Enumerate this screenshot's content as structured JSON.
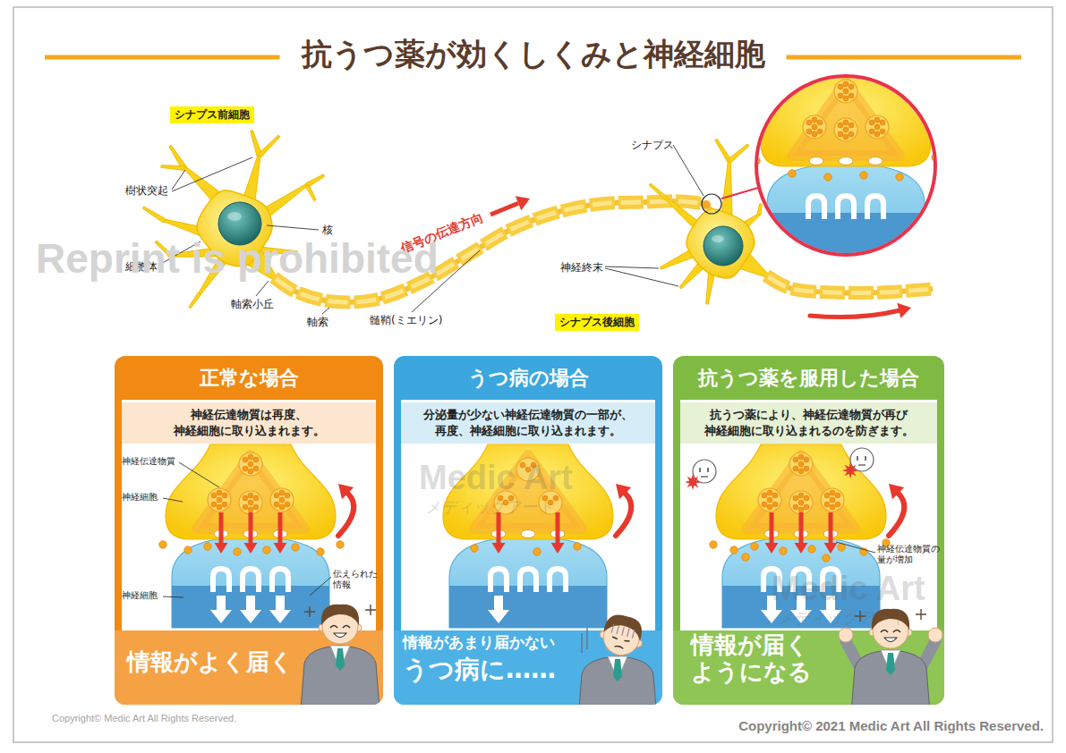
{
  "diagram": {
    "title": "抗うつ薬が効くしくみと神経細胞",
    "nodes": [
      {
        "text": [
          "シナプス前細胞"
        ]
      },
      {
        "text": [
          "シナプス後細胞"
        ]
      },
      {
        "text": [
          "正常な場合",
          "神経伝達物質は再度、 神経細胞に取り込まれます。",
          "情報がよく届く"
        ]
      },
      {
        "text": [
          "うつ病の場合",
          "分泌量が少ない神経伝達物質の一部が、 再度、神経細胞に取り込まれます。",
          "情報があまり届かない",
          "うつ病に……"
        ]
      },
      {
        "text": [
          "抗うつ薬を服用した場合",
          "抗うつ薬により、神経伝達物質が再び 神経細胞に取り込まれるのを防ぎます。",
          "情報が届く ようになる"
        ]
      }
    ],
    "labels": [
      "樹状突起",
      "核",
      "細胞体",
      "軸索小丘",
      "軸索",
      "髄鞘(ミエリン)",
      "信号の伝達方向",
      "シナプス",
      "神経終末",
      "Reprint is prohibited",
      "神経伝達物質",
      "神経細胞",
      "神経細胞",
      "伝えられた 情報",
      "神経伝達物質の 量が増加",
      "Medic Art",
      "メディックアート",
      "Medic Art",
      "メディックアート",
      "Copyright© Medic Art All Rights Reserved.",
      "Copyright© 2021 Medic Art All Rights Reserved."
    ]
  }
}
